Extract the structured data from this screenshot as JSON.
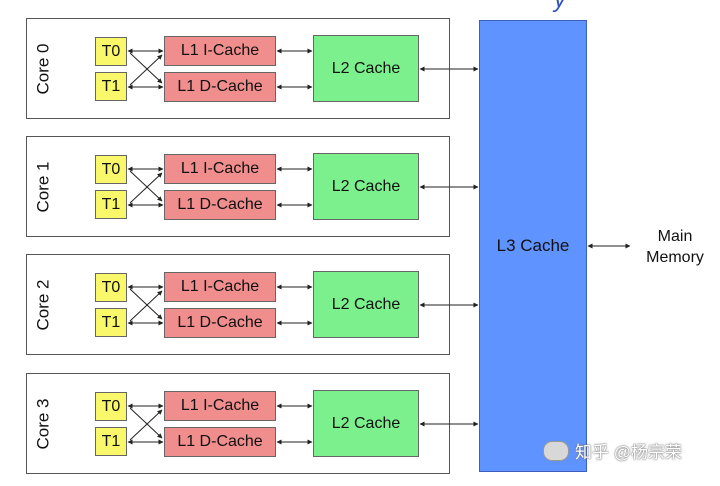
{
  "header": {
    "cropped_text": "y"
  },
  "cores": [
    {
      "label": "Core 0",
      "threads": [
        "T0",
        "T1"
      ],
      "l1_icache": "L1 I-Cache",
      "l1_dcache": "L1 D-Cache",
      "l2": "L2 Cache"
    },
    {
      "label": "Core 1",
      "threads": [
        "T0",
        "T1"
      ],
      "l1_icache": "L1 I-Cache",
      "l1_dcache": "L1 D-Cache",
      "l2": "L2 Cache"
    },
    {
      "label": "Core 2",
      "threads": [
        "T0",
        "T1"
      ],
      "l1_icache": "L1 I-Cache",
      "l1_dcache": "L1 D-Cache",
      "l2": "L2 Cache"
    },
    {
      "label": "Core 3",
      "threads": [
        "T0",
        "T1"
      ],
      "l1_icache": "L1 I-Cache",
      "l1_dcache": "L1 D-Cache",
      "l2": "L2 Cache"
    }
  ],
  "l3": {
    "label": "L3 Cache"
  },
  "main_memory": {
    "line1": "Main",
    "line2": "Memory"
  },
  "watermark": {
    "text": "知乎 @杨宗荣"
  },
  "colors": {
    "thread": "#f8f86a",
    "l1": "#f08d8d",
    "l2": "#7df08e",
    "l3": "#5f93ff"
  }
}
